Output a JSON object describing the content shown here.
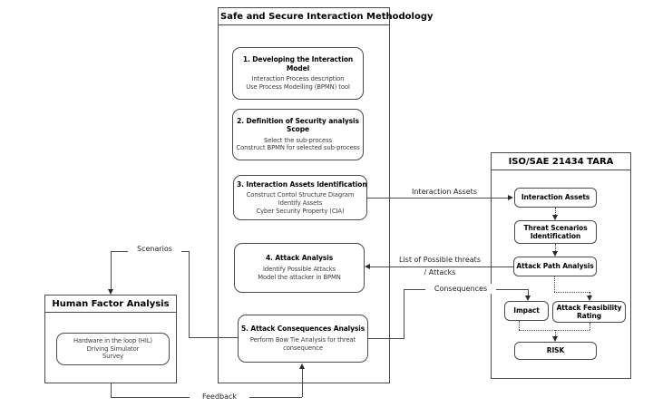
{
  "colors": {
    "background": "#ffffff",
    "line": "#4a4a4a",
    "title_text": "#000000",
    "sub_text": "#3a3a3a"
  },
  "methodology": {
    "title": "Safe and Secure Interaction Methodology",
    "steps": [
      {
        "title": "1. Developing the Interaction\nModel",
        "lines": [
          "Interaction Process description",
          "Use Process Modelling (BPMN) tool"
        ]
      },
      {
        "title": "2. Definition of  Security analysis\nScope",
        "lines": [
          "Select the sub-process",
          "Construct BPMN for selected sub-process"
        ]
      },
      {
        "title": "3. Interaction Assets Identification",
        "lines": [
          "Construct Contol Structure Diagram",
          "Identify Assets",
          "Cyber Security Property (CIA)"
        ]
      },
      {
        "title": "4. Attack Analysis",
        "lines": [
          "Identify Possible Attacks",
          "Model the attacker in BPMN"
        ]
      },
      {
        "title": "5.  Attack Consequences Analysis",
        "lines": [
          "Perform Bow Tie Analysis for threat\nconsequence"
        ]
      }
    ]
  },
  "tara": {
    "title": "ISO/SAE 21434 TARA",
    "nodes": {
      "interaction_assets": "Interaction Assets",
      "threat_scenarios": "Threat Scenarios\nIdentification",
      "attack_path": "Attack Path Analysis",
      "impact": "Impact",
      "attack_feasibility": "Attack Feasibility\nRating",
      "risk": "RISK"
    }
  },
  "human_factor": {
    "title": "Human Factor Analysis",
    "lines": [
      "Hardware in the loop (HIL)",
      "Driving Simulator",
      "Survey"
    ]
  },
  "edge_labels": {
    "interaction_assets": "Interaction Assets",
    "threats_line1": "List of Possible threats",
    "threats_line2": "/ Attacks",
    "consequences": "Consequences",
    "scenarios": "Scenarios",
    "feedback": "Feedback"
  }
}
